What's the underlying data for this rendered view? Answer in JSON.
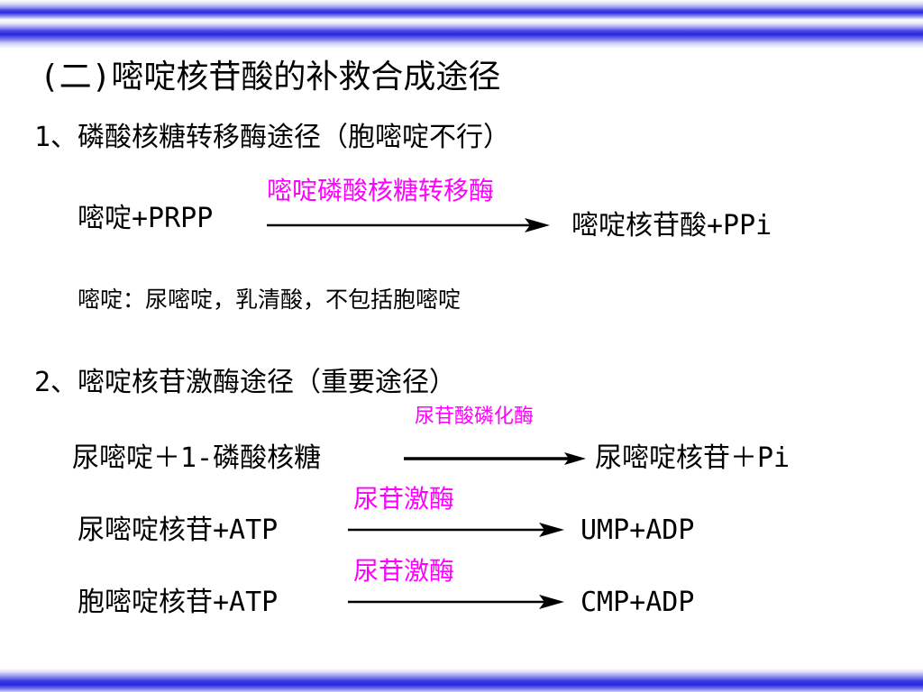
{
  "title": "(二)嘧啶核苷酸的补救合成途径",
  "section1": {
    "heading": "1、磷酸核糖转移酶途径（胞嘧啶不行）",
    "reaction": {
      "reactants": "嘧啶+PRPP",
      "enzyme": "嘧啶磷酸核糖转移酶",
      "products": "嘧啶核苷酸+PPi"
    },
    "note": "嘧啶：尿嘧啶，乳清酸，不包括胞嘧啶"
  },
  "section2": {
    "heading": "2、嘧啶核苷激酶途径（重要途径）",
    "reactions": [
      {
        "reactants": "尿嘧啶＋1-磷酸核糖",
        "enzyme": "尿苷酸磷化酶",
        "products": "尿嘧啶核苷＋Pi"
      },
      {
        "reactants": "尿嘧啶核苷+ATP",
        "enzyme": "尿苷激酶",
        "products": "UMP+ADP"
      },
      {
        "reactants": "胞嘧啶核苷+ATP",
        "enzyme": "尿苷激酶",
        "products": "CMP+ADP"
      }
    ]
  },
  "colors": {
    "enzyme_label": "#ff00ff",
    "band_blue": "#2a2ae0"
  }
}
